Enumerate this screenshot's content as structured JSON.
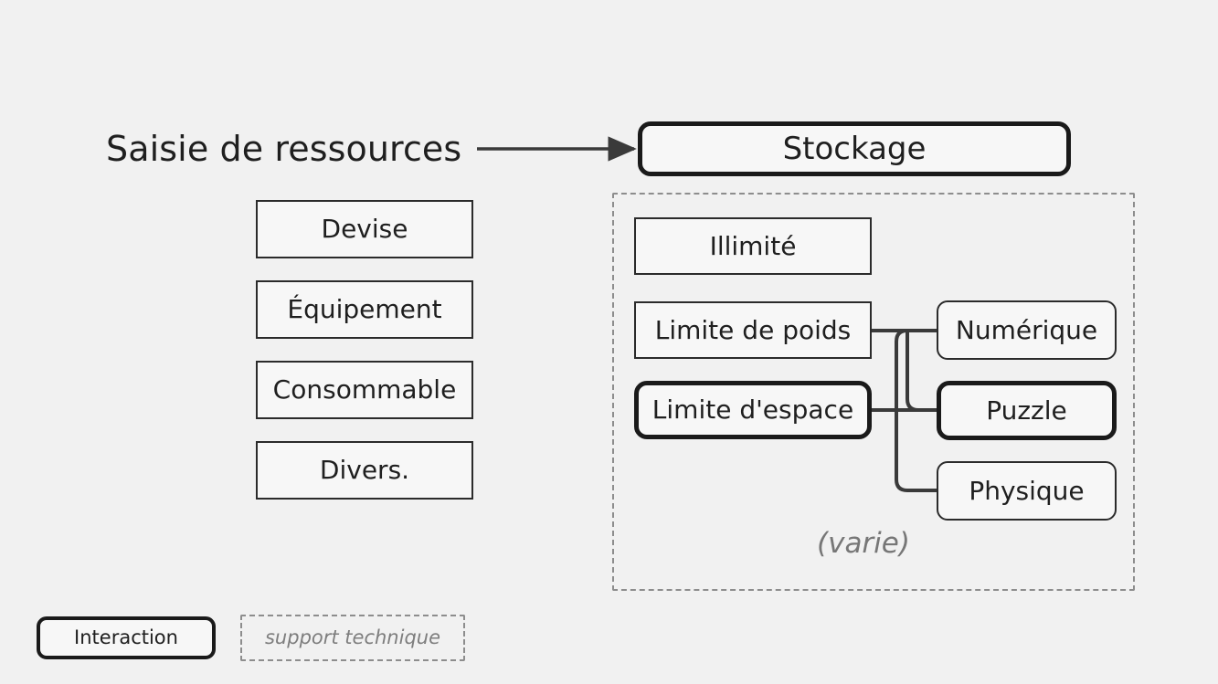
{
  "diagram": {
    "title": "Saisie de ressources",
    "arrow": "arrow-to-stockage",
    "header_node": "Stockage",
    "group_note": "(varie)",
    "resource_types": [
      {
        "label": "Devise",
        "style": "plain"
      },
      {
        "label": "Équipement",
        "style": "plain"
      },
      {
        "label": "Consommable",
        "style": "plain"
      },
      {
        "label": "Divers.",
        "style": "plain"
      }
    ],
    "storage_modes": [
      {
        "label": "Illimité",
        "style": "plain"
      },
      {
        "label": "Limite de poids",
        "style": "plain"
      },
      {
        "label": "Limite d'espace",
        "style": "action"
      }
    ],
    "storage_subtypes": [
      {
        "label": "Numérique",
        "style": "round"
      },
      {
        "label": "Puzzle",
        "style": "action"
      },
      {
        "label": "Physique",
        "style": "round"
      }
    ]
  },
  "legend": {
    "interaction_label": "Interaction",
    "support_label": "support technique"
  },
  "colors": {
    "background": "#f1f1f1",
    "node_fill": "#f7f7f7",
    "stroke": "#2b2b2b",
    "stroke_bold": "#1a1a1a",
    "muted": "#7e7e7e",
    "dashed": "#8d8d8d"
  }
}
